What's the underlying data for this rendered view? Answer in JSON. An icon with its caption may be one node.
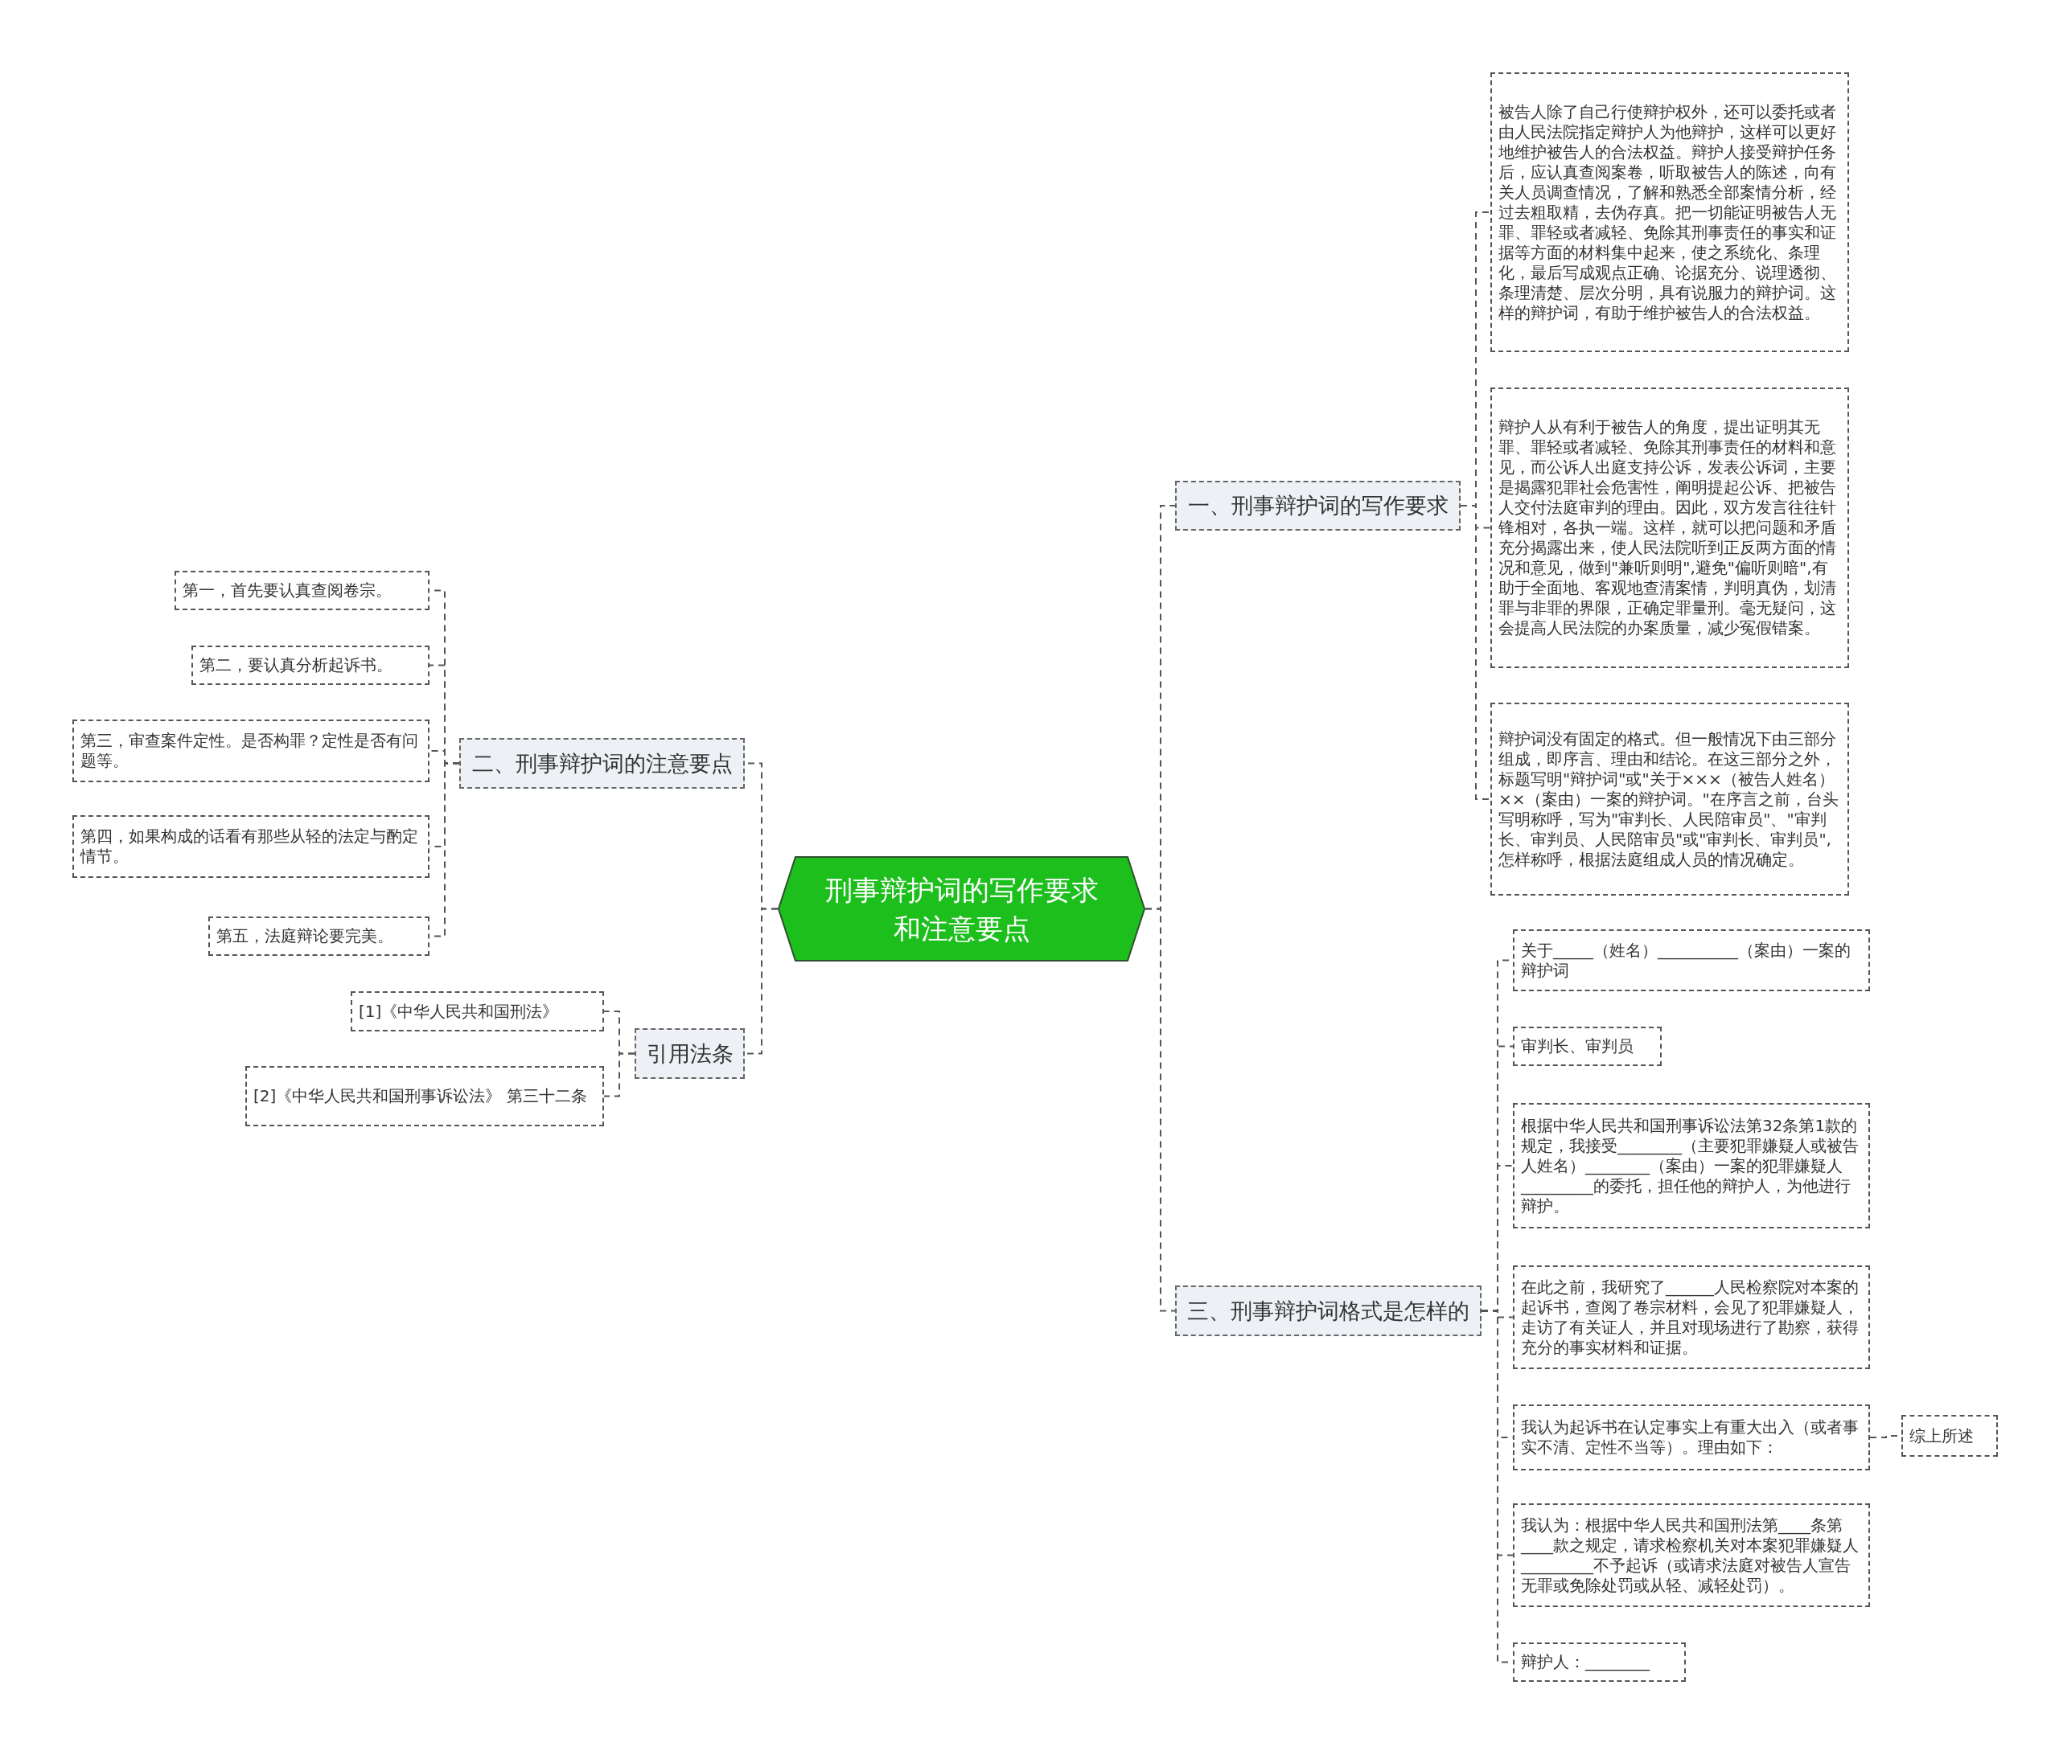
{
  "diagram": {
    "nodes": [
      {
        "text": [
          "刑事辩护词的写作要求和注意要点"
        ]
      },
      {
        "text": [
          "一、刑事辩护词的写作要求"
        ]
      },
      {
        "text": [
          "被告人除了自己行使辩护权外，还可以委托或者由人民法院指定辩护人为他辩护，这样可以更好地维护被告人的合法权益。辩护人接受辩护任务后，应认真查阅案卷，听取被告人的陈述，向有关人员调查情况，了解和熟悉全部案情分析，经过去粗取精，去伪存真。把一切能证明被告人无罪、罪轻或者减轻、免除其刑事责任的事实和证据等方面的材料集中起来，使之系统化、条理化，最后写成观点正确、论据充分、说理透彻、条理清楚、层次分明，具有说服力的辩护词。这样的辩护词，有助于维护被告人的合法权益。"
        ]
      },
      {
        "text": [
          "辩护人从有利于被告人的角度，提出证明其无罪、罪轻或者减轻、免除其刑事责任的材料和意见，而公诉人出庭支持公诉，发表公诉词，主要是揭露犯罪社会危害性，阐明提起公诉、把被告人交付法庭审判的理由。因此，双方发言往往针锋相对，各执一端。这样，就可以把问题和矛盾充分揭露出来，使人民法院听到正反两方面的情况和意见，做到\"兼听则明\",避免\"偏听则暗\",有助于全面地、客观地查清案情，判明真伪，划清罪与非罪的界限，正确定罪量刑。毫无疑问，这会提高人民法院的办案质量，减少冤假错案。"
        ]
      },
      {
        "text": [
          "辩护词没有固定的格式。但一般情况下由三部分组成，即序言、理由和结论。在这三部分之外，标题写明\"辩护词\"或\"关于×××（被告人姓名）××（案由）一案的辩护词。\"在序言之前，台头写明称呼，写为\"审判长、人民陪审员\"、\"审判长、审判员、人民陪审员\"或\"审判长、审判员\",怎样称呼，根据法庭组成人员的情况确定。"
        ]
      },
      {
        "text": [
          "二、刑事辩护词的注意要点"
        ]
      },
      {
        "text": [
          "第一，首先要认真查阅卷宗。"
        ]
      },
      {
        "text": [
          "第二，要认真分析起诉书。"
        ]
      },
      {
        "text": [
          "第三，审查案件定性。是否构罪？定性是否有问题等。"
        ]
      },
      {
        "text": [
          "第四，如果构成的话看有那些从轻的法定与酌定情节。"
        ]
      },
      {
        "text": [
          "第五，法庭辩论要完美。"
        ]
      },
      {
        "text": [
          "引用法条"
        ]
      },
      {
        "text": [
          "[1]《中华人民共和国刑法》"
        ]
      },
      {
        "text": [
          "[2]《中华人民共和国刑事诉讼法》 第三十二条"
        ]
      },
      {
        "text": [
          "三、刑事辩护词格式是怎样的"
        ]
      },
      {
        "text": [
          "关于_____（姓名）__________（案由）一案的辩护词"
        ]
      },
      {
        "text": [
          "审判长、审判员"
        ]
      },
      {
        "text": [
          "根据中华人民共和国刑事诉讼法第32条第1款的规定，我接受________（主要犯罪嫌疑人或被告人姓名）________（案由）一案的犯罪嫌疑人_________的委托，担任他的辩护人，为他进行辩护。"
        ]
      },
      {
        "text": [
          "在此之前，我研究了______人民检察院对本案的起诉书，查阅了卷宗材料，会见了犯罪嫌疑人，走访了有关证人，并且对现场进行了勘察，获得充分的事实材料和证据。"
        ]
      },
      {
        "text": [
          "我认为起诉书在认定事实上有重大出入（或者事实不清、定性不当等）。理由如下："
        ]
      },
      {
        "text": [
          "综上所述"
        ]
      },
      {
        "text": [
          "我认为：根据中华人民共和国刑法第____条第____款之规定，请求检察机关对本案犯罪嫌疑人_________不予起诉（或请求法庭对被告人宣告无罪或免除处罚或从轻、减轻处罚）。"
        ]
      },
      {
        "text": [
          "辩护人：________"
        ]
      }
    ],
    "edges": [
      {
        "from": 0,
        "to": 1,
        "arrow": "none",
        "style": "dashed"
      },
      {
        "from": 1,
        "to": 2,
        "arrow": "none",
        "style": "dashed"
      },
      {
        "from": 1,
        "to": 3,
        "arrow": "none",
        "style": "dashed"
      },
      {
        "from": 1,
        "to": 4,
        "arrow": "none",
        "style": "dashed"
      },
      {
        "from": 0,
        "to": 5,
        "arrow": "none",
        "style": "dashed"
      },
      {
        "from": 5,
        "to": 6,
        "arrow": "none",
        "style": "dashed"
      },
      {
        "from": 5,
        "to": 7,
        "arrow": "none",
        "style": "dashed"
      },
      {
        "from": 5,
        "to": 8,
        "arrow": "none",
        "style": "dashed"
      },
      {
        "from": 5,
        "to": 9,
        "arrow": "none",
        "style": "dashed"
      },
      {
        "from": 5,
        "to": 10,
        "arrow": "none",
        "style": "dashed"
      },
      {
        "from": 0,
        "to": 11,
        "arrow": "none",
        "style": "dashed"
      },
      {
        "from": 11,
        "to": 12,
        "arrow": "none",
        "style": "dashed"
      },
      {
        "from": 11,
        "to": 13,
        "arrow": "none",
        "style": "dashed"
      },
      {
        "from": 0,
        "to": 14,
        "arrow": "none",
        "style": "dashed"
      },
      {
        "from": 14,
        "to": 15,
        "arrow": "none",
        "style": "dashed"
      },
      {
        "from": 14,
        "to": 16,
        "arrow": "none",
        "style": "dashed"
      },
      {
        "from": 14,
        "to": 17,
        "arrow": "none",
        "style": "dashed"
      },
      {
        "from": 14,
        "to": 18,
        "arrow": "none",
        "style": "dashed"
      },
      {
        "from": 14,
        "to": 19,
        "arrow": "none",
        "style": "dashed"
      },
      {
        "from": 19,
        "to": 20,
        "arrow": "none",
        "style": "dashed"
      },
      {
        "from": 14,
        "to": 21,
        "arrow": "none",
        "style": "dashed"
      },
      {
        "from": 14,
        "to": 22,
        "arrow": "none",
        "style": "dashed"
      }
    ]
  }
}
